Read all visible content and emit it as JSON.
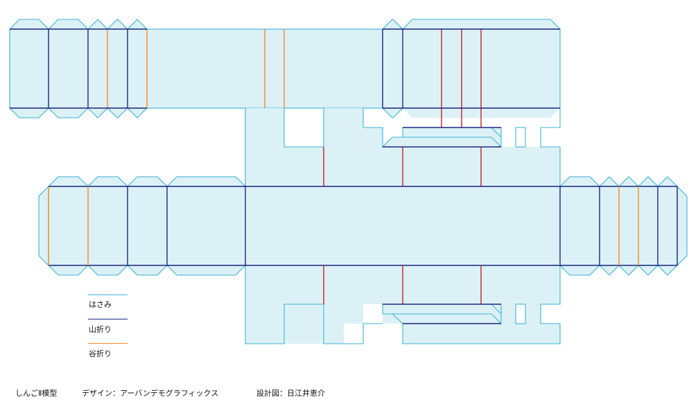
{
  "colors": {
    "cut": "#3ab3d6",
    "fill": "#dcf1f6",
    "mountain": "#1a2580",
    "valley": "#f08c1e",
    "red": "#c8202a"
  },
  "legend": {
    "cut": "はさみ",
    "mountain": "山折り",
    "valley": "谷折り"
  },
  "footer": {
    "model": "しんごⅡ模型",
    "design": "デザイン：アーバンデモグラフィックス",
    "blueprint": "設計図：日江井恵介"
  }
}
